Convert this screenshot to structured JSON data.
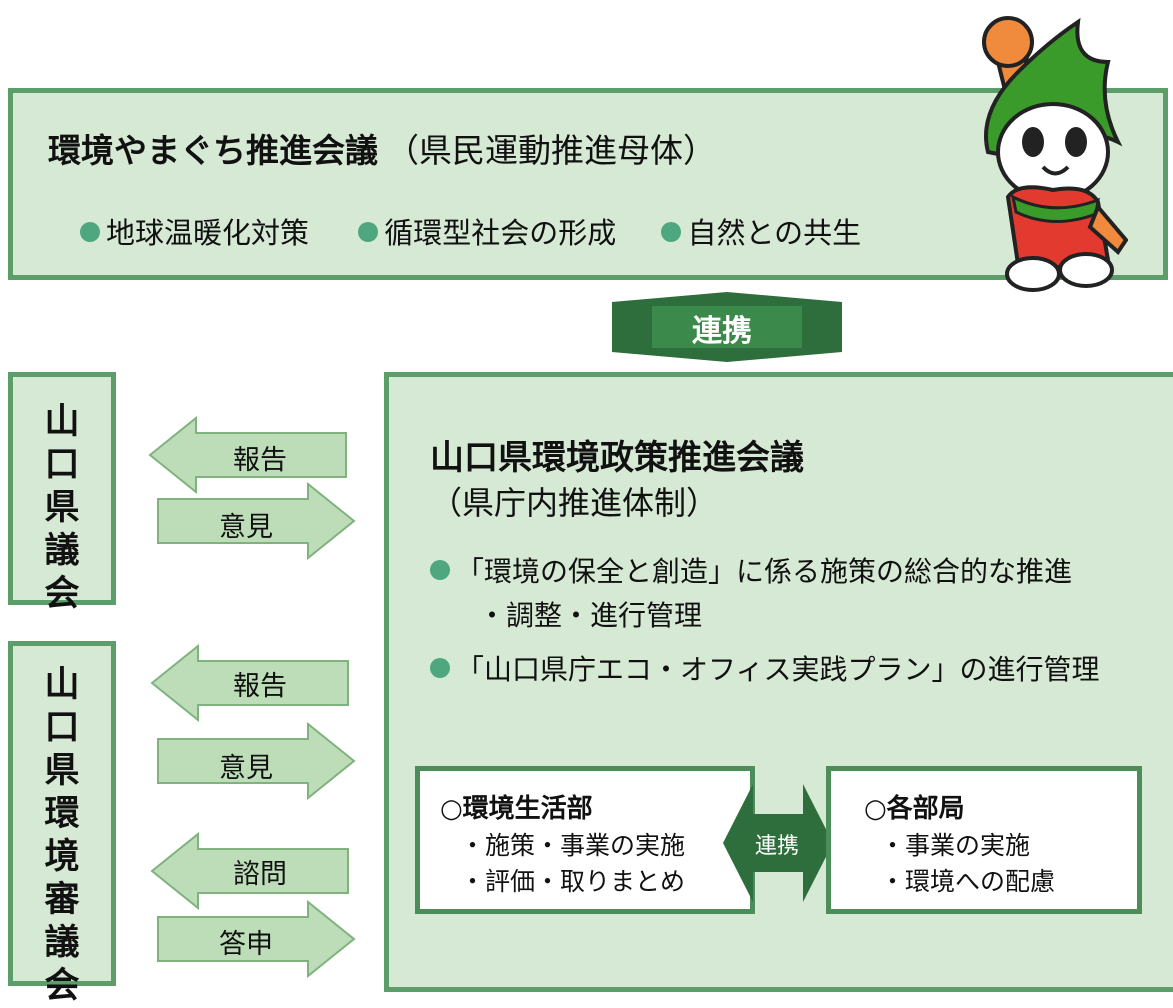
{
  "top_box": {
    "title": "環境やまぐち推進会議",
    "subtitle": "（県民運動推進母体）",
    "bullets": [
      "地球温暖化対策",
      "循環型社会の形成",
      "自然との共生"
    ]
  },
  "link_top": "連携",
  "council_1": {
    "chars": [
      "山",
      "口",
      "県",
      "議",
      "会"
    ]
  },
  "council_2": {
    "chars": [
      "山",
      "口",
      "県",
      "環",
      "境",
      "審",
      "議",
      "会"
    ]
  },
  "arrows": {
    "report_1": "報告",
    "opinion_1": "意見",
    "report_2": "報告",
    "opinion_2": "意見",
    "consult": "諮問",
    "answer": "答申"
  },
  "main_box": {
    "title": "山口県環境政策推進会議",
    "subtitle": "（県庁内推進体制）",
    "bullet_1_line_1": "「環境の保全と創造」に係る施策の総合的な推進",
    "bullet_1_line_2": "・調整・進行管理",
    "bullet_2": "「山口県庁エコ・オフィス実践プラン」の進行管理"
  },
  "dept_box": {
    "title": "○環境生活部",
    "items": [
      "・施策・事業の実施",
      "・評価・取りまとめ"
    ]
  },
  "link_mid": "連携",
  "bureau_box": {
    "title": "○各部局",
    "items": [
      "・事業の実施",
      "・環境への配慮"
    ]
  },
  "colors": {
    "box_fill": "#d6e9d4",
    "box_border": "#5c9e6a",
    "arrow_light": "#bdddb9",
    "arrow_dark": "#2e6e3c",
    "bullet": "#4ea77e"
  },
  "mascot_icon": "mascot-character"
}
